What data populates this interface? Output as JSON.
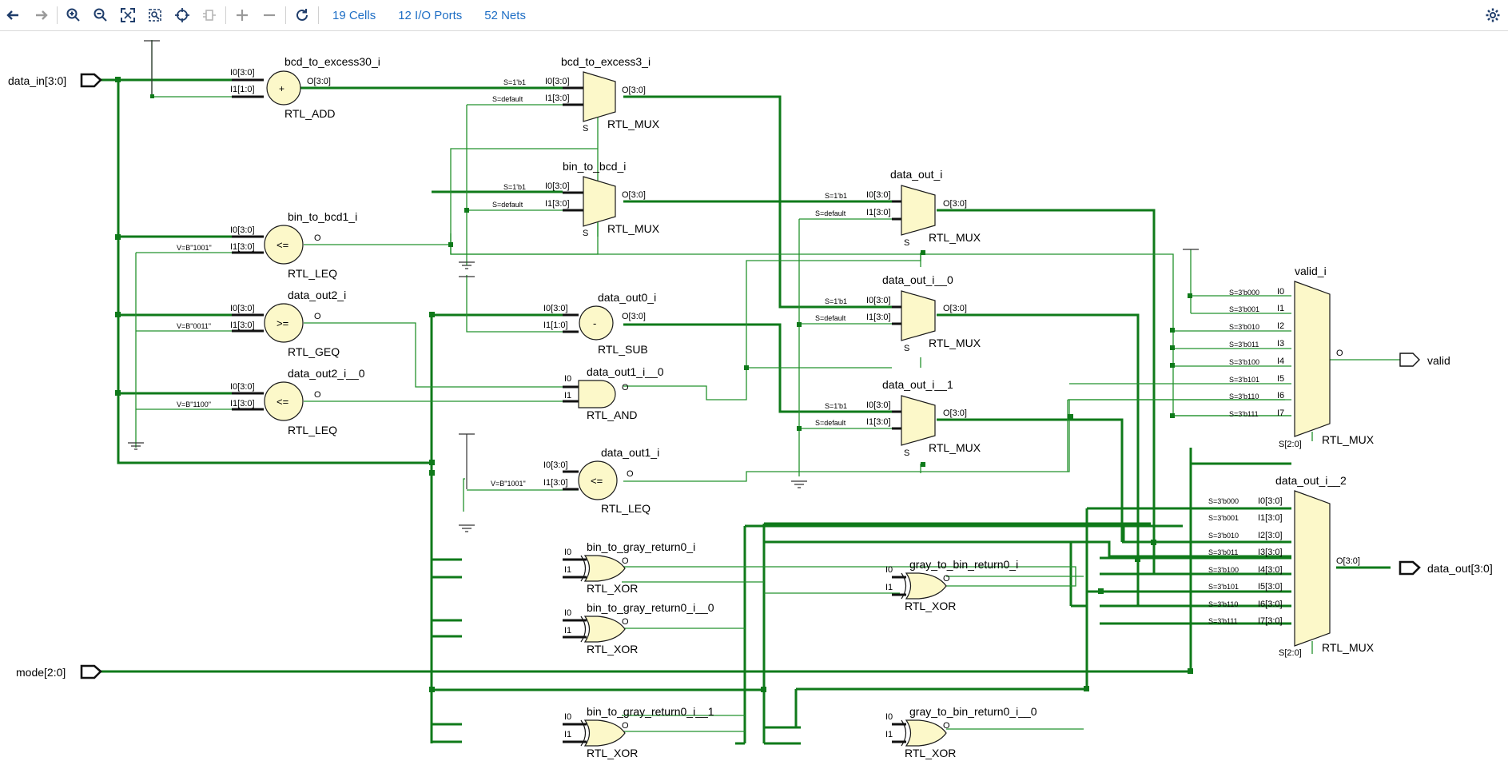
{
  "toolbar": {
    "buttons": [
      "back-icon",
      "forward-icon",
      "zoom-in-icon",
      "zoom-out-icon",
      "zoom-fit-icon",
      "zoom-area-icon",
      "select-icon",
      "route-icon",
      "add-icon",
      "remove-icon",
      "refresh-icon"
    ],
    "cells": "19 Cells",
    "ports": "12 I/O Ports",
    "nets": "52 Nets"
  },
  "ports": {
    "data_in": "data_in[3:0]",
    "mode": "mode[2:0]",
    "valid": "valid",
    "data_out": "data_out[3:0]"
  },
  "cells": {
    "bcd_to_excess30_i": {
      "name": "bcd_to_excess30_i",
      "type": "RTL_ADD",
      "op": "+",
      "in0": "I0[3:0]",
      "in1": "I1[1:0]",
      "out": "O[3:0]"
    },
    "bin_to_bcd1_i": {
      "name": "bin_to_bcd1_i",
      "type": "RTL_LEQ",
      "op": "<=",
      "in0": "I0[3:0]",
      "in1": "I1[3:0]",
      "out": "O",
      "const": "V=B\"1001\""
    },
    "data_out2_i": {
      "name": "data_out2_i",
      "type": "RTL_GEQ",
      "op": ">=",
      "in0": "I0[3:0]",
      "in1": "I1[3:0]",
      "out": "O",
      "const": "V=B\"0011\""
    },
    "data_out2_i__0": {
      "name": "data_out2_i__0",
      "type": "RTL_LEQ",
      "op": "<=",
      "in0": "I0[3:0]",
      "in1": "I1[3:0]",
      "out": "O",
      "const": "V=B\"1100\""
    },
    "bcd_to_excess3_i": {
      "name": "bcd_to_excess3_i",
      "type": "RTL_MUX",
      "in0": "I0[3:0]",
      "in1": "I1[3:0]",
      "out": "O[3:0]",
      "sel": "S",
      "s0": "S=1'b1",
      "s1": "S=default"
    },
    "bin_to_bcd_i": {
      "name": "bin_to_bcd_i",
      "type": "RTL_MUX",
      "in0": "I0[3:0]",
      "in1": "I1[3:0]",
      "out": "O[3:0]",
      "sel": "S",
      "s0": "S=1'b1",
      "s1": "S=default"
    },
    "data_out0_i": {
      "name": "data_out0_i",
      "type": "RTL_SUB",
      "op": "-",
      "in0": "I0[3:0]",
      "in1": "I1[1:0]",
      "out": "O[3:0]"
    },
    "data_out1_i__0": {
      "name": "data_out1_i__0",
      "type": "RTL_AND",
      "in0": "I0",
      "in1": "I1",
      "out": "O"
    },
    "data_out1_i": {
      "name": "data_out1_i",
      "type": "RTL_LEQ",
      "op": "<=",
      "in0": "I0[3:0]",
      "in1": "I1[3:0]",
      "out": "O",
      "const": "V=B\"1001\""
    },
    "data_out_i": {
      "name": "data_out_i",
      "type": "RTL_MUX",
      "in0": "I0[3:0]",
      "in1": "I1[3:0]",
      "out": "O[3:0]",
      "sel": "S",
      "s0": "S=1'b1",
      "s1": "S=default"
    },
    "data_out_i__0": {
      "name": "data_out_i__0",
      "type": "RTL_MUX",
      "in0": "I0[3:0]",
      "in1": "I1[3:0]",
      "out": "O[3:0]",
      "sel": "S",
      "s0": "S=1'b1",
      "s1": "S=default"
    },
    "data_out_i__1": {
      "name": "data_out_i__1",
      "type": "RTL_MUX",
      "in0": "I0[3:0]",
      "in1": "I1[3:0]",
      "out": "O[3:0]",
      "sel": "S",
      "s0": "S=1'b1",
      "s1": "S=default"
    },
    "bin_to_gray_return0_i": {
      "name": "bin_to_gray_return0_i",
      "type": "RTL_XOR",
      "in0": "I0",
      "in1": "I1",
      "out": "O"
    },
    "bin_to_gray_return0_i__0": {
      "name": "bin_to_gray_return0_i__0",
      "type": "RTL_XOR",
      "in0": "I0",
      "in1": "I1",
      "out": "O"
    },
    "bin_to_gray_return0_i__1": {
      "name": "bin_to_gray_return0_i__1",
      "type": "RTL_XOR",
      "in0": "I0",
      "in1": "I1",
      "out": "O"
    },
    "gray_to_bin_return0_i": {
      "name": "gray_to_bin_return0_i",
      "type": "RTL_XOR",
      "in0": "I0",
      "in1": "I1",
      "out": "O"
    },
    "gray_to_bin_return0_i__0": {
      "name": "gray_to_bin_return0_i__0",
      "type": "RTL_XOR",
      "in0": "I0",
      "in1": "I1",
      "out": "O"
    },
    "valid_i": {
      "name": "valid_i",
      "type": "RTL_MUX",
      "out": "O",
      "sel": "S[2:0]",
      "inputs": [
        "I0",
        "I1",
        "I2",
        "I3",
        "I4",
        "I5",
        "I6",
        "I7"
      ],
      "sels": [
        "S=3'b000",
        "S=3'b001",
        "S=3'b010",
        "S=3'b011",
        "S=3'b100",
        "S=3'b101",
        "S=3'b110",
        "S=3'b111"
      ]
    },
    "data_out_i__2": {
      "name": "data_out_i__2",
      "type": "RTL_MUX",
      "out": "O[3:0]",
      "sel": "S[2:0]",
      "inputs": [
        "I0[3:0]",
        "I1[3:0]",
        "I2[3:0]",
        "I3[3:0]",
        "I4[3:0]",
        "I5[3:0]",
        "I6[3:0]",
        "I7[3:0]"
      ],
      "sels": [
        "S=3'b000",
        "S=3'b001",
        "S=3'b010",
        "S=3'b011",
        "S=3'b100",
        "S=3'b101",
        "S=3'b110",
        "S=3'b111"
      ]
    }
  }
}
